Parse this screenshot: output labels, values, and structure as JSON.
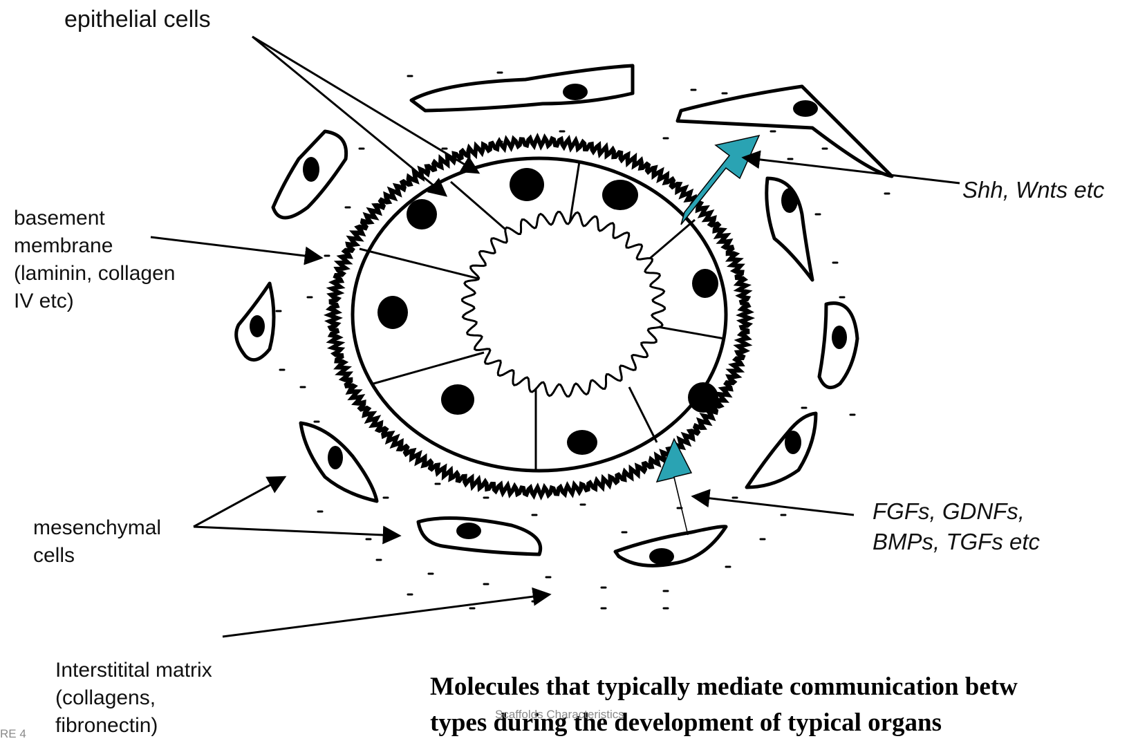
{
  "labels": {
    "epithelial": "epithelial cells",
    "basement": [
      "basement",
      "membrane",
      "(laminin, collagen",
      "IV etc)"
    ],
    "mesenchymal": [
      "mesenchymal",
      "cells"
    ],
    "interstitial": [
      "Interstitital matrix",
      "(collagens,",
      "fibronectin)"
    ],
    "shh": "Shh, Wnts etc",
    "fgf": [
      "FGFs, GDNFs,",
      "BMPs, TGFs etc"
    ]
  },
  "caption": [
    "Molecules that typically mediate communication betw",
    "types during the development of typical organs"
  ],
  "footer": {
    "left": "RE 4",
    "center": "Scaffolds Characteristics"
  },
  "colors": {
    "signal_arrow": "#2aa3b3",
    "ink": "#000000"
  }
}
